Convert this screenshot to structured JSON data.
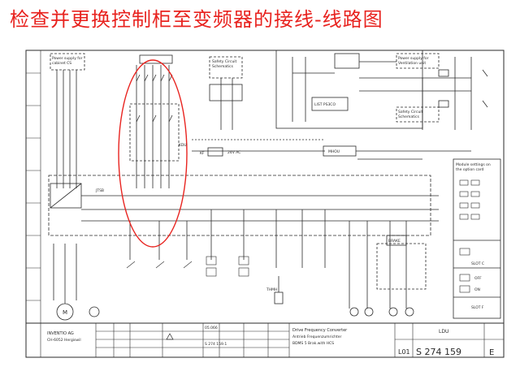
{
  "title": "检查并更换控制柜至变频器的接线-线路图",
  "colors": {
    "title": "#e8231f",
    "highlight_ellipse": "#e8231f",
    "line": "#2a2a2a",
    "paper": "#ffffff"
  },
  "schematic": {
    "labels": {
      "power_supply_top": "Power supply for",
      "power_supply_top_sub": "cabinet CS",
      "safety_circuit": "Safety Circuit",
      "safety_circuit_sub": "Schematics",
      "safety_circuit_right": "Safety Circuit",
      "safety_circuit_right_sub": "Schematics",
      "power_supply_right": "Power supply for",
      "power_supply_right_sub": "Ventilation unit",
      "list_ref": "LIST PS3CO",
      "kf_label": "KF",
      "ac24v": "24V AC",
      "mhou": "MHOU",
      "kdu": "KDU",
      "slot_c": "SLOT C",
      "slot_f": "SLOT F",
      "off_label": "OFF",
      "on_label": "ON",
      "thmh": "THMH",
      "brake_box": "BRAKE",
      "module_settings": "Module settings on",
      "module_settings_sub": "the option card",
      "motor_label": "M",
      "jtsb": "JTSB"
    },
    "title_block": {
      "company": "INVENTIO AG",
      "company_sub": "CH-6052 Hergiswil",
      "drawing_title": "Drive Frequency Converter",
      "drawing_title_de": "Antrieb Frequenzumrichter",
      "drawing_subtitle": "BDMS 5 Brak.with HCS",
      "code_top": "LDU",
      "sheet_id": "L01",
      "drawing_number": "S 274 159",
      "revision": "E",
      "small_number": "S 274 159.1",
      "date_value": "05.066"
    }
  }
}
